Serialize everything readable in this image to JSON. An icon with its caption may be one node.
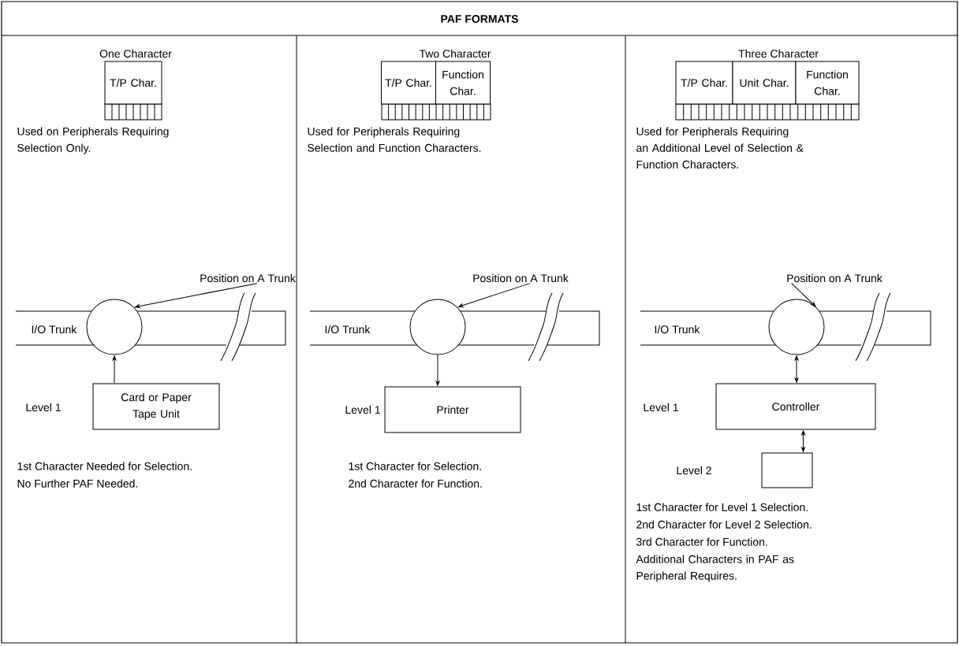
{
  "diagram": {
    "title": "PAF FORMATS",
    "nodes": [
      {
        "text": [
          "T/P Char."
        ]
      },
      {
        "text": [
          "T/P Char."
        ]
      },
      {
        "text": [
          "Function Char."
        ]
      },
      {
        "text": [
          "T/P Char."
        ]
      },
      {
        "text": [
          "Unit Char."
        ]
      },
      {
        "text": [
          "Function Char."
        ]
      },
      {
        "text": [
          "Position on A Trunk"
        ]
      },
      {
        "text": [],
        "shape": "circle"
      },
      {
        "text": [
          "Card or Paper Tape Unit"
        ]
      },
      {
        "text": [
          "Position on A Trunk"
        ]
      },
      {
        "text": [],
        "shape": "circle"
      },
      {
        "text": [
          "Printer"
        ]
      },
      {
        "text": [
          "Position on A Trunk"
        ]
      },
      {
        "text": [],
        "shape": "circle"
      },
      {
        "text": [
          "Controller"
        ]
      },
      {
        "text": [],
        "shape": "box"
      }
    ],
    "edges": [
      {
        "from": 6,
        "to": 7,
        "arrow": "to"
      },
      {
        "from": 8,
        "to": 7,
        "arrow": "to"
      },
      {
        "from": 9,
        "to": 10,
        "arrow": "to"
      },
      {
        "from": 10,
        "to": 11,
        "arrow": "to"
      },
      {
        "from": 12,
        "to": 13,
        "arrow": "to"
      },
      {
        "from": 13,
        "to": 14,
        "arrow": "both"
      },
      {
        "from": 14,
        "to": 15,
        "arrow": "both"
      }
    ],
    "labels": [
      "One Character",
      "Two Character",
      "Three Character",
      "Used on Peripherals Requiring Selection Only.",
      "Used for Peripherals Requiring Selection and Function Characters.",
      "Used for Peripherals Requiring an Additional Level of Selection & Function Characters.",
      "I/O Trunk",
      "I/O Trunk",
      "I/O Trunk",
      "Level 1",
      "Level 1",
      "Level 1",
      "Level 2",
      "1st Character Needed for Selection.",
      "No Further PAF Needed.",
      "1st Character for Selection.",
      "2nd Character for Function.",
      "1st Character for Level 1 Selection.",
      "2nd Character for Level 2 Selection.",
      "3rd Character for Function.",
      "Additional Characters in PAF as Peripheral Requires."
    ]
  }
}
